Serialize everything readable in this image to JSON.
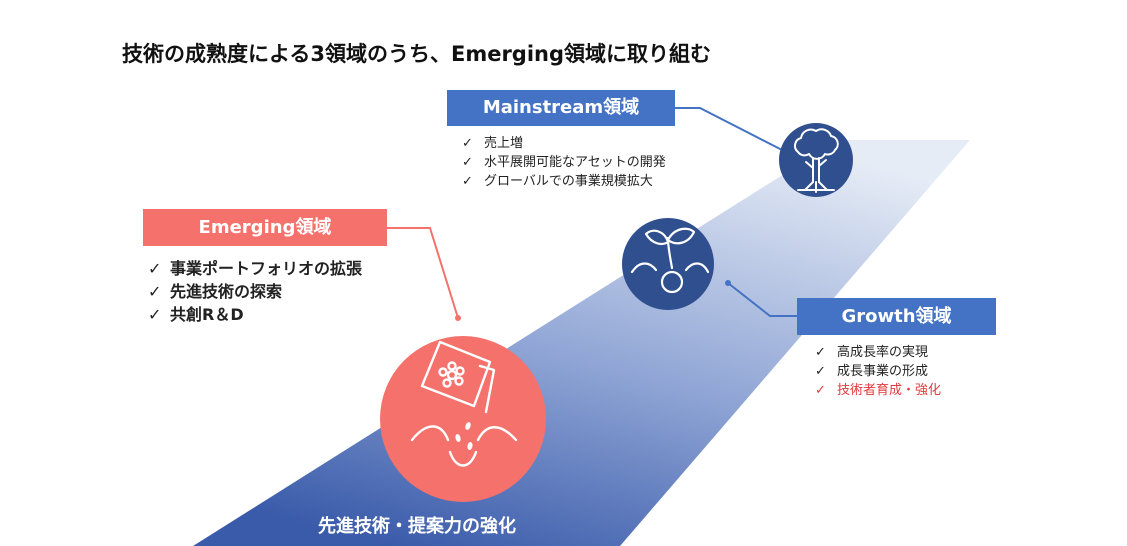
{
  "title": "技術の成熟度による3領域のうち、Emerging領域に取り組む",
  "colors": {
    "blue": "#4472C4",
    "red": "#F4716C",
    "dark_blue": "#2F4F8F",
    "highlight_red": "#E03A3E"
  },
  "mainstream": {
    "label": "Mainstream領域",
    "icon": "tree-icon",
    "items": [
      "売上増",
      "水平展開可能なアセットの開発",
      "グローバルでの事業規模拡大"
    ]
  },
  "emerging": {
    "label": "Emerging領域",
    "icon": "seed-packet-icon",
    "items": [
      "事業ポートフォリオの拡張",
      "先進技術の探索",
      "共創R＆D"
    ]
  },
  "growth": {
    "label": "Growth領域",
    "icon": "sprout-icon",
    "items": [
      "高成長率の実現",
      "成長事業の形成",
      "技術者育成・強化"
    ]
  },
  "check_mark": "✓",
  "road_label": "先進技術・提案力の強化"
}
